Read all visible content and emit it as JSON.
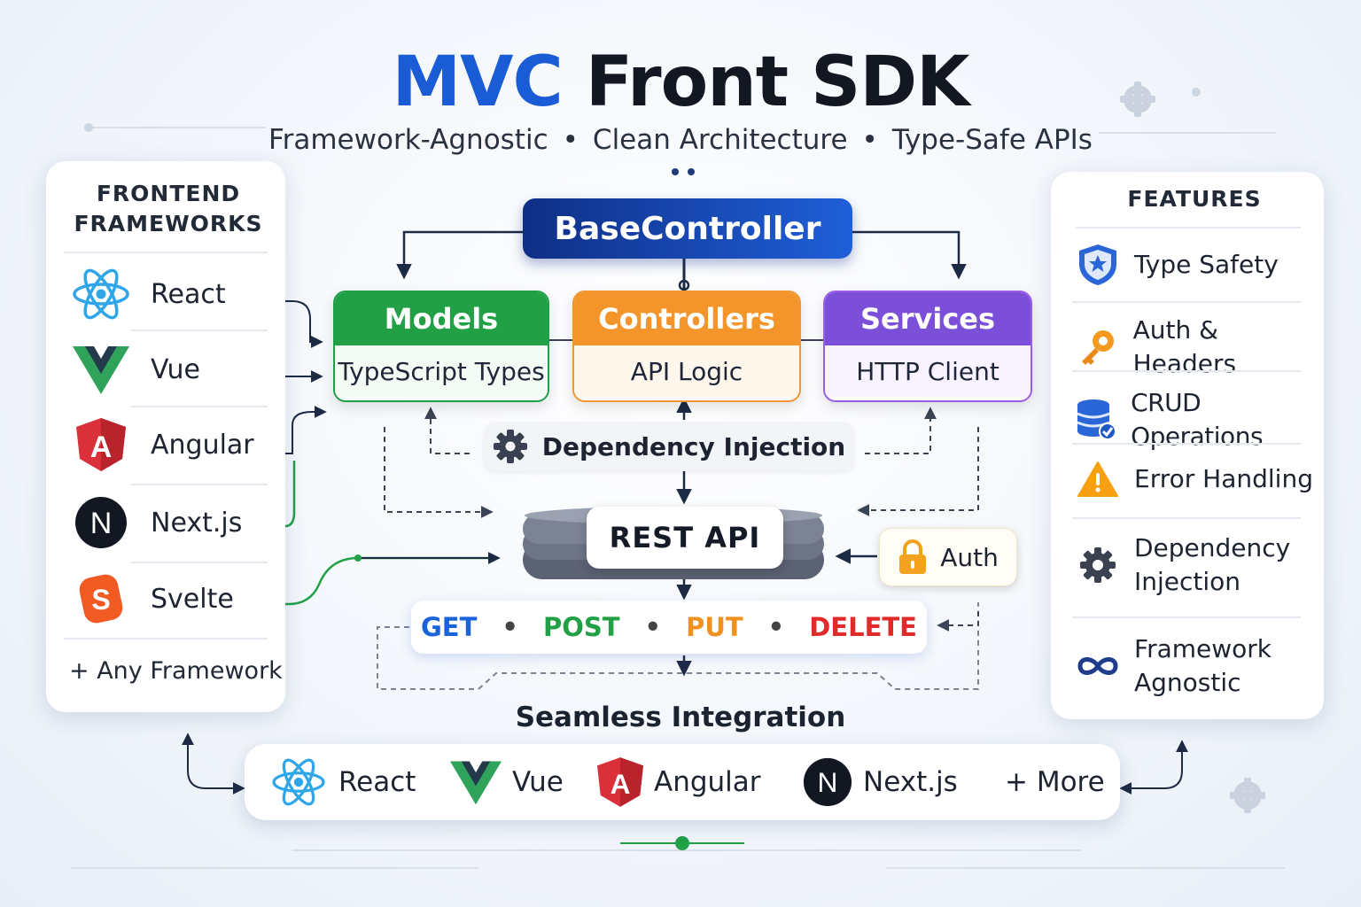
{
  "title": {
    "part1": "MVC",
    "part2": "Front SDK"
  },
  "subtitle": {
    "items": [
      "Framework-Agnostic",
      "Clean Architecture",
      "Type-Safe APIs"
    ],
    "separator": "•"
  },
  "left_panel": {
    "heading_line1": "FRONTEND",
    "heading_line2": "FRAMEWORKS",
    "items": [
      {
        "label": "React",
        "icon": "react-icon"
      },
      {
        "label": "Vue",
        "icon": "vue-icon"
      },
      {
        "label": "Angular",
        "icon": "angular-icon"
      },
      {
        "label": "Next.js",
        "icon": "nextjs-icon"
      },
      {
        "label": "Svelte",
        "icon": "svelte-icon"
      }
    ],
    "footer": "+ Any Framework"
  },
  "architecture": {
    "base_controller": "BaseController",
    "models": {
      "title": "Models",
      "subtitle": "TypeScript Types",
      "color": "#21a046"
    },
    "controllers": {
      "title": "Controllers",
      "subtitle": "API Logic",
      "color": "#f3952a"
    },
    "services": {
      "title": "Services",
      "subtitle": "HTTP Client",
      "color": "#7b4fd8"
    },
    "dependency_injection": "Dependency Injection",
    "rest_api": "REST API",
    "auth": "Auth",
    "methods": {
      "get": "GET",
      "post": "POST",
      "put": "PUT",
      "delete": "DELETE",
      "separator": "•"
    }
  },
  "right_panel": {
    "heading": "FEATURES",
    "items": [
      {
        "line1": "Type Safety",
        "line2": "",
        "icon": "shield-star-icon"
      },
      {
        "line1": "Auth & Headers",
        "line2": "",
        "icon": "key-icon"
      },
      {
        "line1": "CRUD Operations",
        "line2": "",
        "icon": "database-check-icon"
      },
      {
        "line1": "Error Handling",
        "line2": "",
        "icon": "warning-icon"
      },
      {
        "line1": "Dependency",
        "line2": "Injection",
        "icon": "gear-icon"
      },
      {
        "line1": "Framework",
        "line2": "Agnostic",
        "icon": "infinity-icon"
      }
    ]
  },
  "integration": {
    "heading": "Seamless Integration",
    "items": [
      {
        "label": "React",
        "icon": "react-icon"
      },
      {
        "label": "Vue",
        "icon": "vue-icon"
      },
      {
        "label": "Angular",
        "icon": "angular-icon"
      },
      {
        "label": "Next.js",
        "icon": "nextjs-icon"
      }
    ],
    "more": "+ More"
  },
  "colors": {
    "accent_blue": "#1a5bd6",
    "dark_navy": "#0f2f86",
    "green": "#21a046",
    "orange": "#f3952a",
    "purple": "#7b4fd8",
    "red": "#e02b2b"
  }
}
